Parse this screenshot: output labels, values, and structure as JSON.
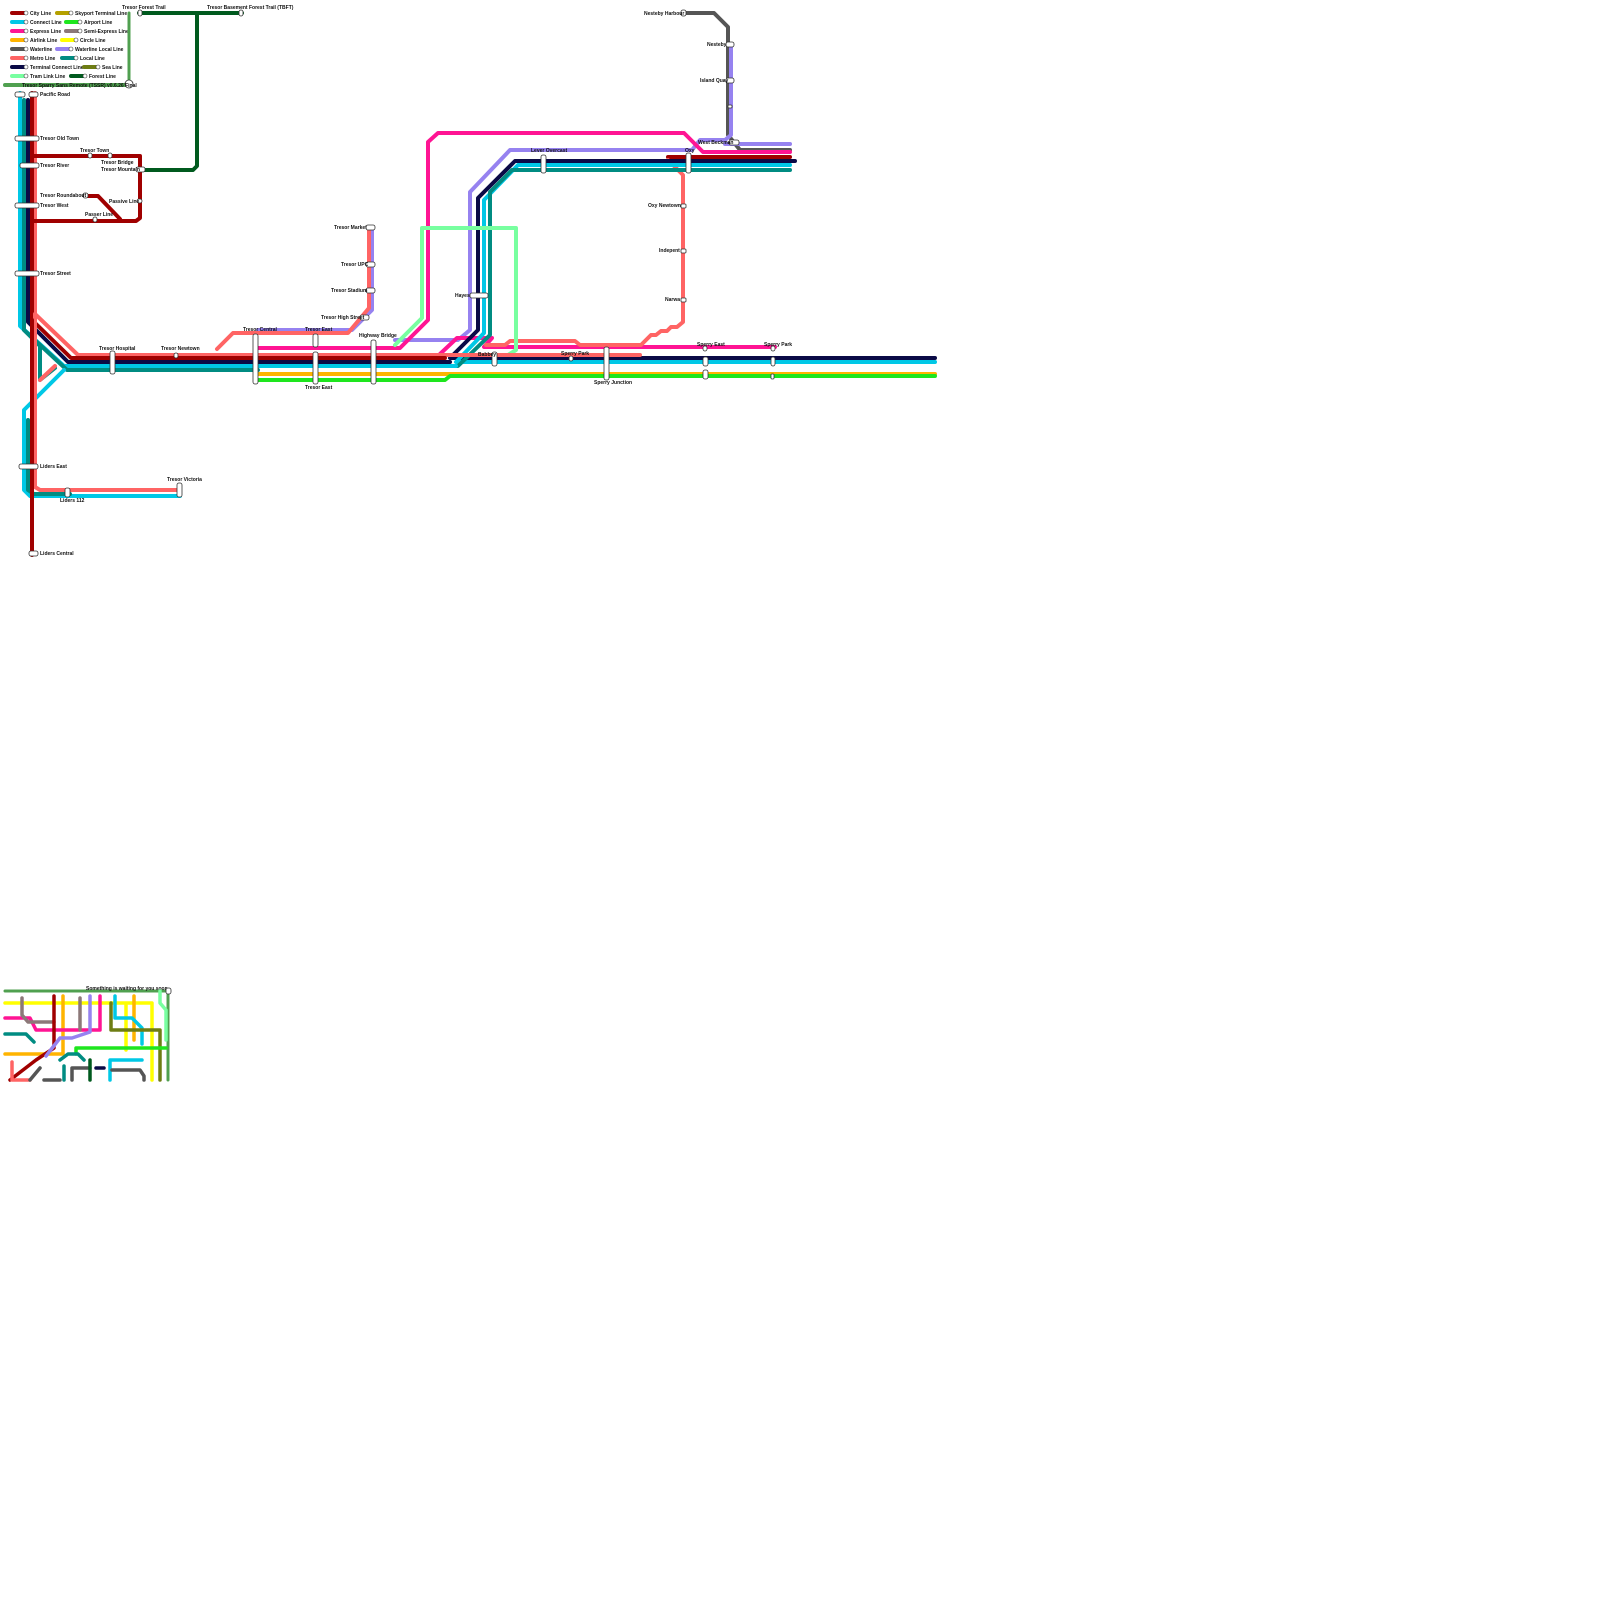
{
  "colors": {
    "city": "#a00000",
    "connect": "#00c8e6",
    "express": "#ff1493",
    "airlink": "#ffb400",
    "waterline": "#555555",
    "metro": "#ff6464",
    "terminal_connect": "#0a0a46",
    "tram_link": "#78ffa0",
    "skyport_terminal": "#b4a000",
    "airport": "#1ee61e",
    "semi_express": "#8c7878",
    "circle": "#ffff00",
    "waterline_local": "#9682f0",
    "local": "#008c82",
    "sea": "#6e7d14",
    "forest": "#005a1e",
    "spawn": "#50a050"
  },
  "legend": [
    {
      "label": "City Line",
      "color": "#a00000"
    },
    {
      "label": "Skyport Terminal Line",
      "color": "#b4a000"
    },
    {
      "label": "Connect Line",
      "color": "#00c8e6"
    },
    {
      "label": "Airport Line",
      "color": "#1ee61e"
    },
    {
      "label": "Express Line",
      "color": "#ff1493"
    },
    {
      "label": "Semi-Express Line",
      "color": "#8c7878"
    },
    {
      "label": "Airlink Line",
      "color": "#ffb400"
    },
    {
      "label": "Circle Line",
      "color": "#ffff00"
    },
    {
      "label": "Waterline",
      "color": "#555555"
    },
    {
      "label": "Waterline Local Line",
      "color": "#9682f0"
    },
    {
      "label": "Metro Line",
      "color": "#ff6464"
    },
    {
      "label": "Local Line",
      "color": "#008c82"
    },
    {
      "label": "Terminal Connect Line",
      "color": "#0a0a46"
    },
    {
      "label": "Sea Line",
      "color": "#6e7d14"
    },
    {
      "label": "Tram Link Line",
      "color": "#78ffa0"
    },
    {
      "label": "Forest Line",
      "color": "#005a1e"
    }
  ],
  "spawn_line_label": "Tresor Sparry Sans Remote (TSSR) v0.6.26 Final",
  "stations": {
    "tresor_forest_trail": "Tresor Forest Trail",
    "tresor_basement_forest_trail": "Tresor Basement Forest Trail (TBFT)",
    "nesteby_harbour": "Nesteby Harbour",
    "nesteby": "Nesteby",
    "island_quay": "Island Quay",
    "west_beckman": "West Beckman",
    "pacific_road": "Pacific Road",
    "tresor_old_town": "Tresor Old Town",
    "tresor_town": "Tresor Town",
    "tresor_bridge": "Tresor Bridge",
    "tresor_mountain": "Tresor Mountain",
    "tresor_river": "Tresor River",
    "tresor_roundabout": "Tresor Roundabout",
    "passive_line": "Passive Line",
    "tresor_west": "Tresor West",
    "passer_line": "Passer Line",
    "tresor_street": "Tresor Street",
    "tresor_market": "Tresor Market",
    "tresor_upc": "Tresor UPC",
    "tresor_stadium": "Tresor Stadium",
    "tresor_high_street": "Tresor High Street",
    "lever_overcast": "Lever Overcast",
    "oxy": "Oxy",
    "oxy_newtown": "Oxy Newtown",
    "indepent": "Indepent",
    "narwa": "Narwa",
    "hayes": "Hayes",
    "tresor_central": "Tresor Central",
    "tresor_east_top": "Tresor East",
    "tresor_east_bottom": "Tresor East",
    "highway_bridge": "Highway Bridge",
    "tresor_hospital": "Tresor Hospital",
    "tresor_newtown": "Tresor Newtown",
    "babbey": "Babbey",
    "sperry_park_small": "Sperry Park",
    "sperry_junction": "Sperry Junction",
    "sperry_east": "Sperry East",
    "sperry_park": "Sperry Park",
    "liders_east": "Liders East",
    "liders_112": "Liders 112",
    "tresor_victoria": "Tresor Victoria",
    "liders_central": "Liders Central"
  },
  "minimap_label": "Something is waiting for you soon"
}
